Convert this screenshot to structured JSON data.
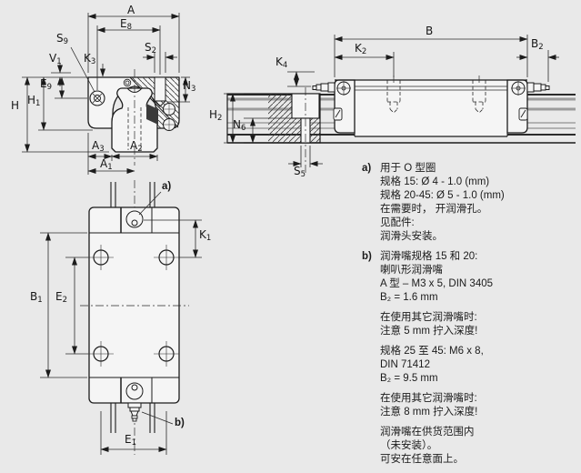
{
  "drawing": {
    "type": "linear-guide dimension drawing",
    "background": "#e9e9e9",
    "line_color": "#1c1c1c",
    "part_fill": "#f5f5f5",
    "rail_gray": "#9c9c9c"
  },
  "dims": {
    "A": {
      "b": "A",
      "s": ""
    },
    "E8": {
      "b": "E",
      "s": "8"
    },
    "S9": {
      "b": "S",
      "s": "9"
    },
    "V1": {
      "b": "V",
      "s": "1"
    },
    "K3": {
      "b": "K",
      "s": "3"
    },
    "S2": {
      "b": "S",
      "s": "2"
    },
    "N3": {
      "b": "N",
      "s": "3"
    },
    "E9": {
      "b": "E",
      "s": "9"
    },
    "H": {
      "b": "H",
      "s": ""
    },
    "H1": {
      "b": "H",
      "s": "1"
    },
    "A3": {
      "b": "A",
      "s": "3"
    },
    "A2": {
      "b": "A",
      "s": "2"
    },
    "A1": {
      "b": "A",
      "s": "1"
    },
    "B": {
      "b": "B",
      "s": ""
    },
    "K2": {
      "b": "K",
      "s": "2"
    },
    "B2": {
      "b": "B",
      "s": "2"
    },
    "K4": {
      "b": "K",
      "s": "4"
    },
    "H2": {
      "b": "H",
      "s": "2"
    },
    "N6": {
      "b": "N",
      "s": "6"
    },
    "S5": {
      "b": "S",
      "s": "5"
    },
    "B1": {
      "b": "B",
      "s": "1"
    },
    "E2": {
      "b": "E",
      "s": "2"
    },
    "K1": {
      "b": "K",
      "s": "1"
    },
    "E1": {
      "b": "E",
      "s": "1"
    }
  },
  "callouts": {
    "a": "a)",
    "b": "b)"
  },
  "notes": {
    "a": {
      "marker": "a)",
      "lines": [
        "用于 O 型圈",
        "规格 15: Ø 4 - 1.0 (mm)",
        "规格 20-45: Ø 5 - 1.0 (mm)",
        "在需要时， 开润滑孔。",
        "见配件:",
        "润滑头安装。"
      ]
    },
    "b": {
      "marker": "b)",
      "groups": [
        [
          "润滑嘴规格 15 和 20:",
          "喇叭形润滑嘴",
          "A 型 – M3 x 5, DIN 3405",
          "B₂ = 1.6 mm"
        ],
        [
          "在使用其它润滑嘴时:",
          "注意 5 mm 拧入深度!"
        ],
        [
          "规格 25 至 45: M6 x 8,",
          "DIN 71412",
          "B₂ = 9.5 mm"
        ],
        [
          "在使用其它润滑嘴时:",
          "注意 8 mm 拧入深度!"
        ],
        [
          "润滑嘴在供货范围内",
          "（未安装）。",
          "可安在任意面上。"
        ]
      ]
    }
  }
}
